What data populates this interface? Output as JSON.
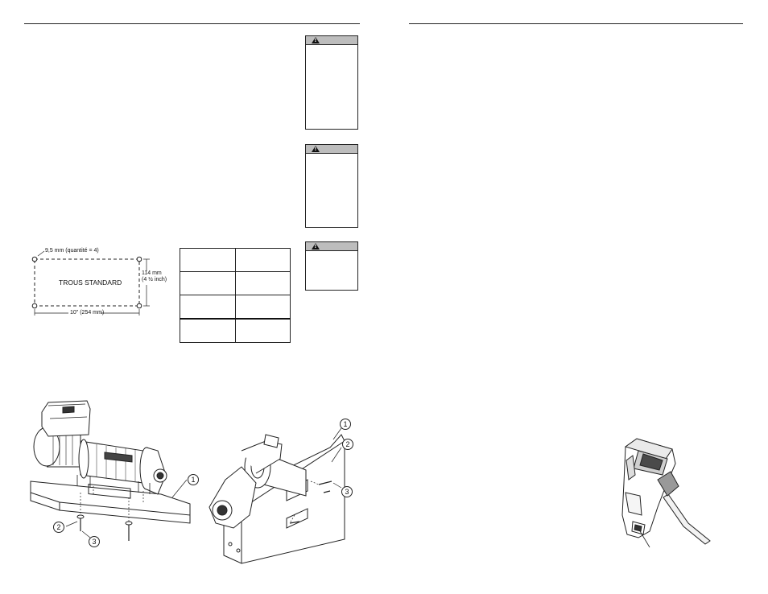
{
  "hole_diagram": {
    "hole_label": "9,5 mm (quantité = 4)",
    "center_label": "TROUS STANDARD",
    "height_label_mm": "114 mm",
    "height_label_in": "(4 ½ inch)",
    "width_label": "10\" (254 mm)"
  },
  "callouts": {
    "left_1": "1",
    "left_2": "2",
    "left_3": "3",
    "right_1": "1",
    "right_2": "2",
    "right_3": "3"
  },
  "warnings": [
    {
      "icon": "warning-triangle-icon"
    },
    {
      "icon": "warning-triangle-icon"
    },
    {
      "icon": "warning-triangle-icon"
    }
  ],
  "colors": {
    "line": "#222222",
    "warning_header": "#bdbdbd"
  }
}
